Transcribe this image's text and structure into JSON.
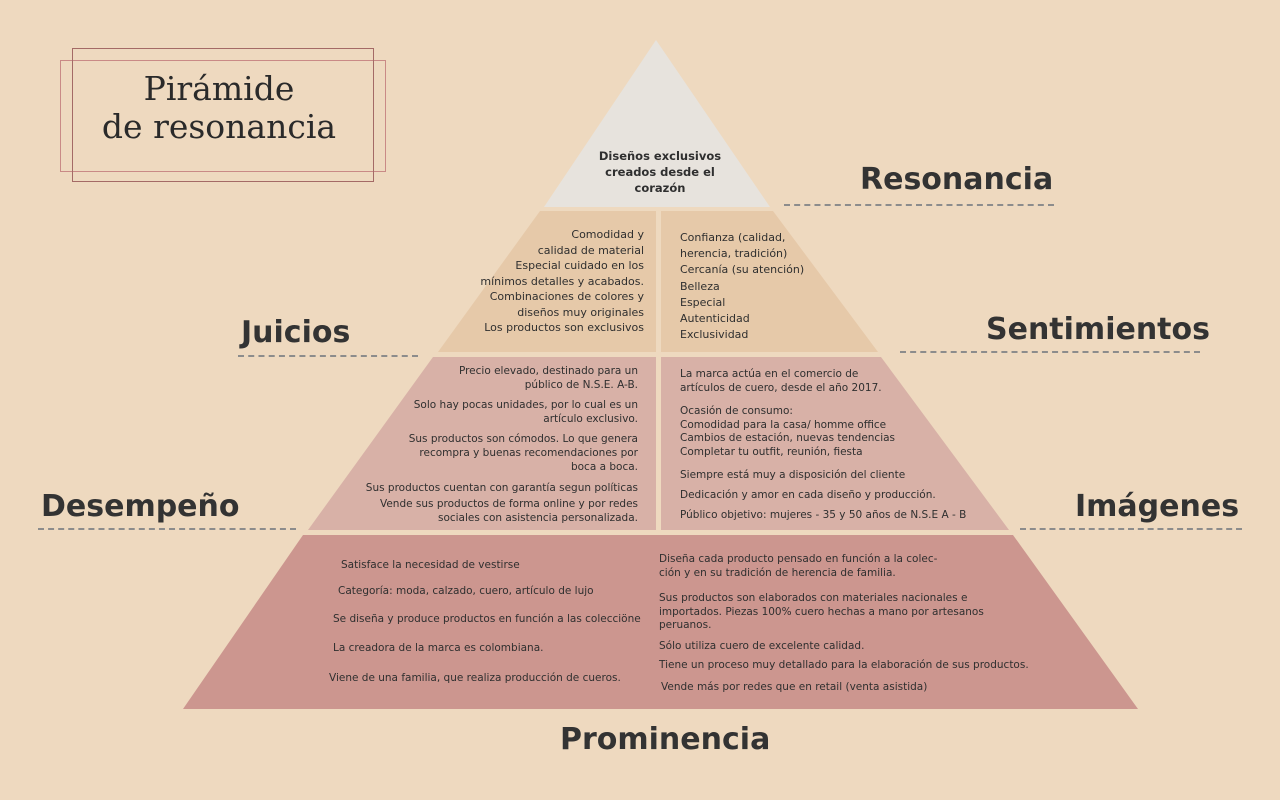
{
  "title": {
    "line1": "Pirámide",
    "line2": "de resonancia"
  },
  "labels": {
    "resonancia": "Resonancia",
    "juicios": "Juicios",
    "sentimientos": "Sentimientos",
    "desempeno": "Desempeño",
    "imagenes": "Imágenes",
    "prominencia": "Prominencia"
  },
  "resonancia_text": [
    "Diseños exclusivos",
    "creados desde el",
    "corazón"
  ],
  "juicios_items": [
    "Comodidad y",
    "calidad de material",
    "Especial cuidado en los",
    "mínimos detalles y acabados.",
    "Combinaciones de colores y",
    "diseños muy originales",
    "Los productos son exclusivos"
  ],
  "sentimientos_items": [
    "Confianza (calidad,",
    "herencia, tradición)",
    "Cercanía (su atención)",
    "Belleza",
    "Especial",
    "Autenticidad",
    "Exclusividad"
  ],
  "desempeno_items": [
    "Precio elevado, destinado para un",
    "público de N.S.E. A-B.",
    "Solo hay pocas unidades, por lo cual es un",
    "artículo exclusivo.",
    "Sus productos son cómodos. Lo que genera",
    "recompra y buenas recomendaciones por",
    "boca a boca.",
    "Sus productos cuentan con garantía segun políticas",
    "Vende sus productos de forma online y por redes",
    "sociales con asistencia personalizada."
  ],
  "imagenes_items": [
    "La marca actúa en el comercio de",
    "artículos de cuero, desde el año 2017.",
    "Ocasión de consumo:",
    "Comodidad para la casa/ homme office",
    "Cambios de estación, nuevas tendencias",
    "Completar tu outfit, reunión, fiesta",
    "Siempre está muy a disposición del cliente",
    "Dedicación y amor en cada diseño y producción.",
    "Público objetivo: mujeres - 35 y 50 años de N.S.E A - B"
  ],
  "prominencia_left": [
    "Satisface la necesidad de vestirse",
    "Categoría: moda, calzado, cuero, artículo de lujo",
    "Se diseña y produce productos en función a las colecciöne",
    "La creadora de la marca es colombiana.",
    "Viene de una familia, que realiza producción de cueros."
  ],
  "prominencia_right": [
    "Diseña cada producto pensado en función a la colec-",
    "ción y en su tradición de herencia de familia.",
    "Sus productos son elaborados con materiales nacionales e",
    "importados. Piezas 100% cuero hechas a mano por artesanos",
    "peruanos.",
    "Sólo utiliza cuero de excelente calidad.",
    "Tiene un proceso muy detallado para la elaboración de sus productos.",
    "Vende más por redes que en retail (venta asistida)"
  ],
  "colors": {
    "background": "#eed9bf",
    "tier1": "#e7e3dd",
    "tier2": "#e6c9a9",
    "tier3": "#d8b1a7",
    "tier4": "#cc968f",
    "frame": "#c98a86"
  }
}
